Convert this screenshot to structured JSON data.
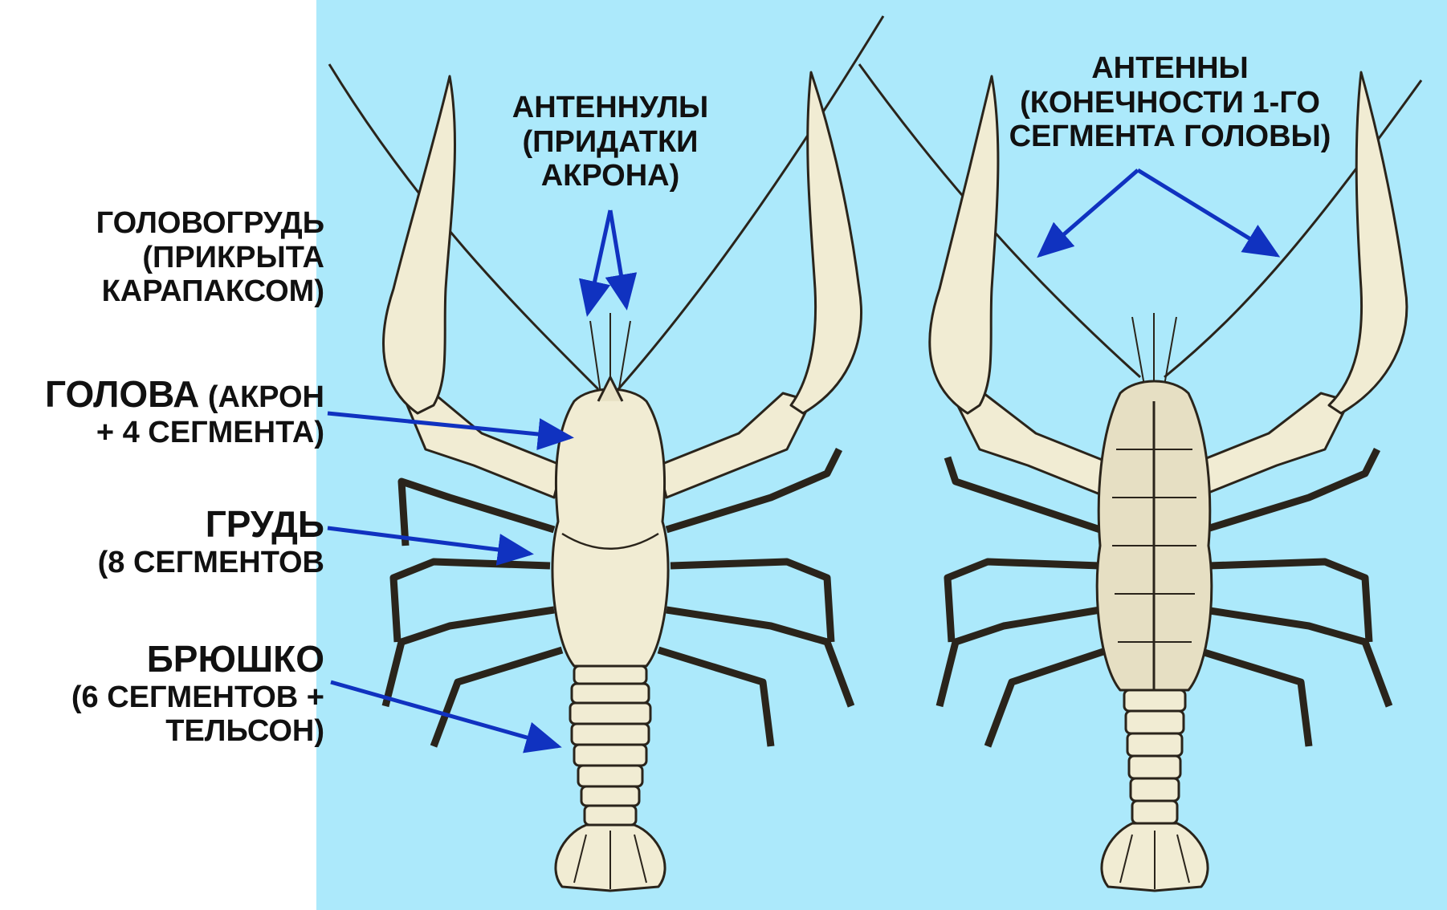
{
  "colors": {
    "background_panel": "#ace9fb",
    "arrow": "#1032c0",
    "label_text": "#111111",
    "crayfish_fill": "#f1ecd3",
    "crayfish_stroke": "#2a241b"
  },
  "labels": {
    "cephalothorax": {
      "line1": "ГОЛОВОГРУДЬ",
      "line2": "(ПРИКРЫТА",
      "line3": "КАРАПАКСОМ)"
    },
    "head": {
      "main": "ГОЛОВА",
      "rest1": " (АКРОН",
      "line2": "+ 4 СЕГМЕНТА)"
    },
    "thorax": {
      "main": "ГРУДЬ",
      "line2": "(8 СЕГМЕНТОВ"
    },
    "abdomen": {
      "main": "БРЮШКО",
      "line2": "(6 СЕГМЕНТОВ +",
      "line3": "ТЕЛЬСОН)"
    },
    "antennules": {
      "line1": "АНТЕННУЛЫ",
      "line2": "(ПРИДАТКИ",
      "line3": "АКРОНА)"
    },
    "antennae": {
      "line1": "АНТЕННЫ",
      "line2": "(КОНЕЧНОСТИ 1-ГО",
      "line3": "СЕГМЕНТА ГОЛОВЫ)"
    }
  },
  "icons": [
    "crayfish-dorsal-illustration",
    "crayfish-ventral-illustration",
    "arrow-icon"
  ]
}
